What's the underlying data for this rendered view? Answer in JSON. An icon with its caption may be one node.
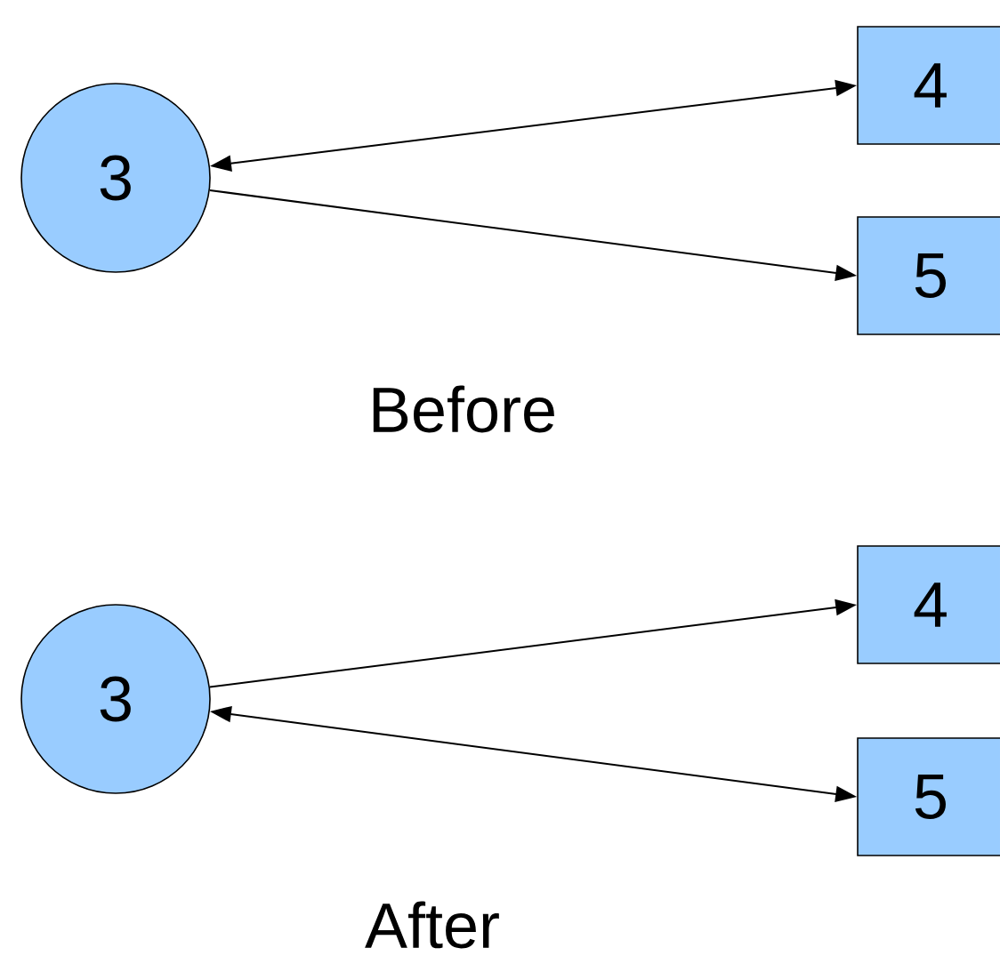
{
  "diagram": {
    "nodes": [
      {
        "text": [
          "3"
        ]
      },
      {
        "text": [
          "4"
        ]
      },
      {
        "text": [
          "5"
        ]
      },
      {
        "text": [
          "3"
        ]
      },
      {
        "text": [
          "4"
        ]
      },
      {
        "text": [
          "5"
        ]
      }
    ],
    "edges": [
      {
        "from": 0,
        "to": 1,
        "arrow": "both"
      },
      {
        "from": 0,
        "to": 2,
        "arrow": "to"
      },
      {
        "from": 3,
        "to": 4,
        "arrow": "to"
      },
      {
        "from": 3,
        "to": 5,
        "arrow": "both"
      }
    ],
    "labels": [
      "Before",
      "After"
    ]
  }
}
